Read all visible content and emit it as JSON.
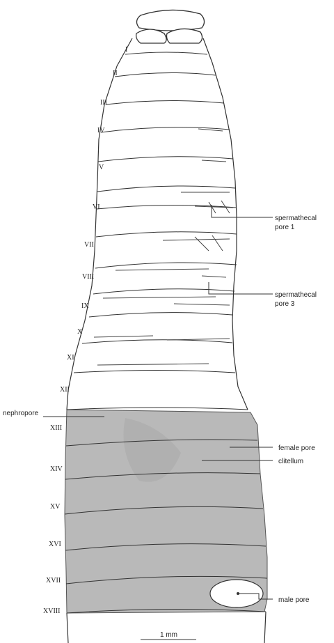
{
  "segments": [
    "I",
    "II",
    "III",
    "IV",
    "V",
    "VI",
    "VII",
    "VIII",
    "IX",
    "X",
    "XI",
    "XII",
    "XIII",
    "XIV",
    "XV",
    "XVI",
    "XVII",
    "XVIII"
  ],
  "callouts": {
    "spermathecal_pore_1": [
      "spermathecal",
      "pore 1"
    ],
    "spermathecal_pore_3": [
      "spermathecal",
      "pore 3"
    ],
    "nephropore": "nephropore",
    "female_pore": "female pore",
    "clitellum": "clitellum",
    "male_pore": "male pore"
  },
  "scale_bar": "1 mm",
  "colors": {
    "ink": "#333333",
    "clitellum_fill": "#b9b9b9",
    "paper": "#ffffff"
  }
}
